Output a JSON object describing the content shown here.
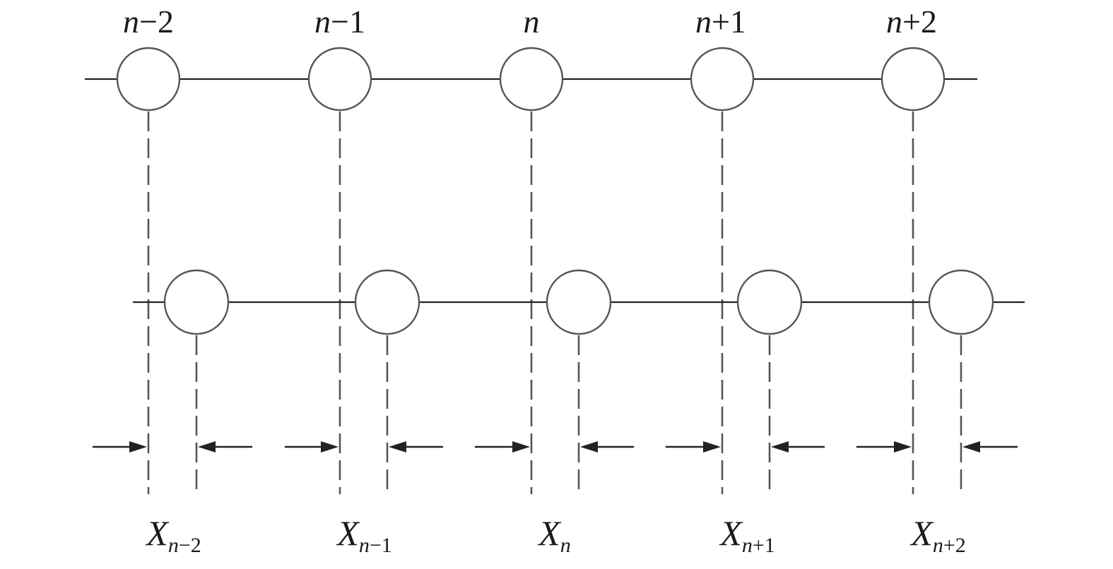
{
  "diagram": {
    "top_chain": {
      "labels": [
        {
          "var": "n",
          "op": "−2"
        },
        {
          "var": "n",
          "op": "−1"
        },
        {
          "var": "n",
          "op": ""
        },
        {
          "var": "n",
          "op": "+1"
        },
        {
          "var": "n",
          "op": "+2"
        }
      ]
    },
    "displacements": {
      "labels": [
        {
          "main": "X",
          "var": "n",
          "op": "−2"
        },
        {
          "main": "X",
          "var": "n",
          "op": "−1"
        },
        {
          "main": "X",
          "var": "n",
          "op": ""
        },
        {
          "main": "X",
          "var": "n",
          "op": "+1"
        },
        {
          "main": "X",
          "var": "n",
          "op": "+2"
        }
      ]
    }
  }
}
